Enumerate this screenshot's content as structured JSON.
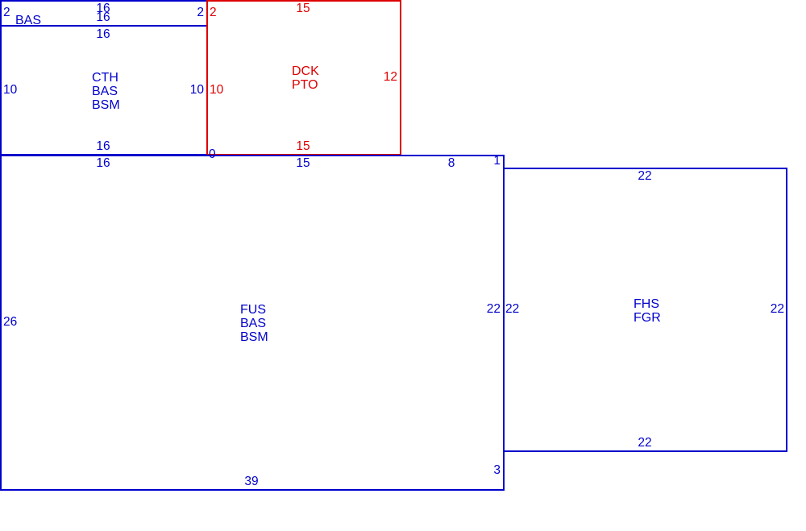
{
  "colors": {
    "primary": "#0000cc",
    "highlight": "#dd0000"
  },
  "areas": {
    "bas_strip": {
      "codes": [
        "BAS"
      ],
      "dims": {
        "top": "16",
        "bottom": "16",
        "left": "2",
        "right": "2"
      }
    },
    "cth": {
      "codes": [
        "CTH",
        "BAS",
        "BSM"
      ],
      "dims": {
        "top": "16",
        "bottom": "16",
        "left": "10",
        "right": "10"
      }
    },
    "dck": {
      "codes": [
        "DCK",
        "PTO"
      ],
      "dims": {
        "top": "15",
        "bottom": "15",
        "left": "10",
        "right": "12",
        "corner_left": "2"
      }
    },
    "fus": {
      "codes": [
        "FUS",
        "BAS",
        "BSM"
      ],
      "dims": {
        "top_left": "16",
        "top_middle": "15",
        "top_right": "8",
        "corner_top_right": "1",
        "corner_top_left": "0",
        "right": "22",
        "corner_bottom_right": "3",
        "bottom": "39",
        "left": "26"
      }
    },
    "fhs": {
      "codes": [
        "FHS",
        "FGR"
      ],
      "dims": {
        "top": "22",
        "bottom": "22",
        "left": "22",
        "right": "22"
      }
    }
  }
}
